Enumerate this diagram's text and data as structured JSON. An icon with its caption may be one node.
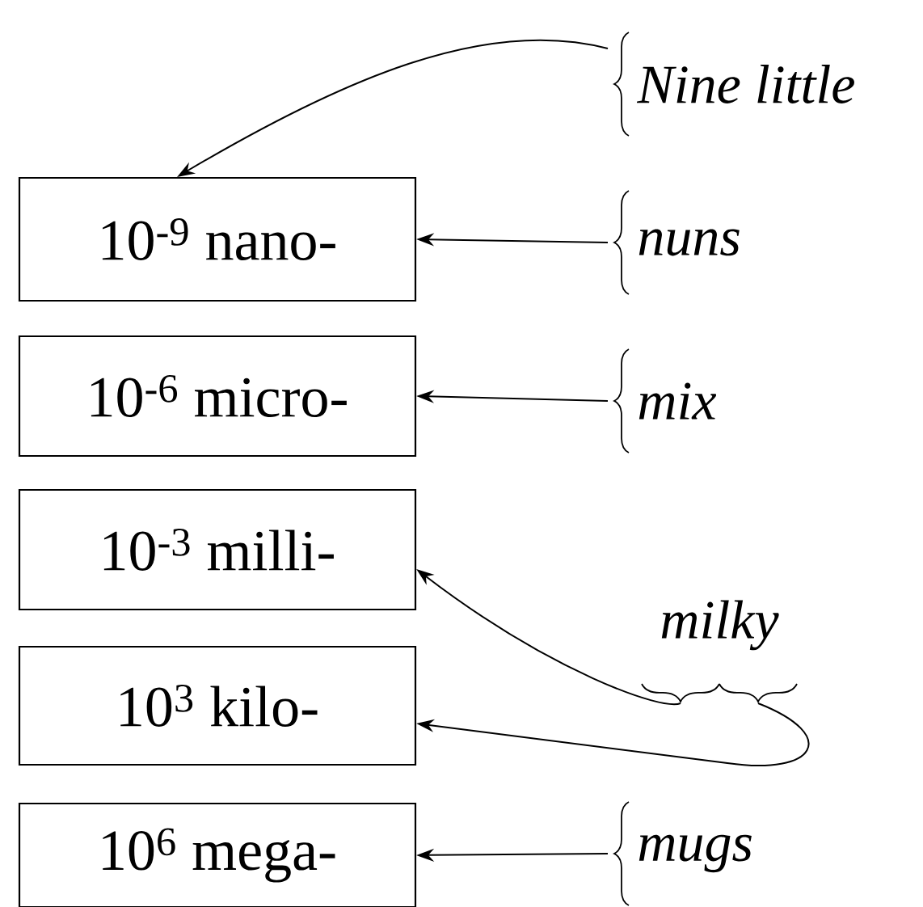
{
  "diagram": {
    "nodes": [
      {
        "text": [
          "Nine little"
        ]
      },
      {
        "text": [
          "10$^{-9}$ nano-"
        ]
      },
      {
        "text": [
          "nuns"
        ]
      },
      {
        "text": [
          "10$^{-6}$ micro-"
        ]
      },
      {
        "text": [
          "mix"
        ]
      },
      {
        "text": [
          "10$^{-3}$ milli-"
        ]
      },
      {
        "text": [
          "milky"
        ]
      },
      {
        "text": [
          "10$^{3}$ kilo-"
        ]
      },
      {
        "text": [
          "10$^{6}$ mega-"
        ]
      },
      {
        "text": [
          "mugs"
        ]
      }
    ],
    "edges": [
      {
        "from": 0,
        "to": 1,
        "arrow": "to"
      },
      {
        "from": 2,
        "to": 1,
        "arrow": "to"
      },
      {
        "from": 4,
        "to": 3,
        "arrow": "to"
      },
      {
        "from": 6,
        "to": 5,
        "arrow": "to"
      },
      {
        "from": 6,
        "to": 7,
        "arrow": "to"
      },
      {
        "from": 9,
        "to": 8,
        "arrow": "to"
      }
    ]
  }
}
